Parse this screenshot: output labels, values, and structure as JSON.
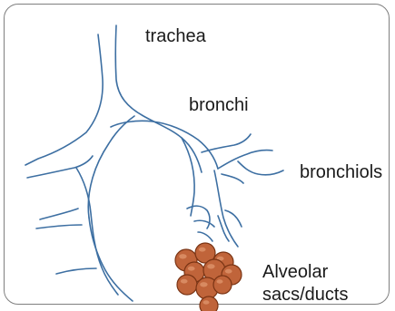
{
  "labels": {
    "trachea": "trachea",
    "bronchi": "bronchi",
    "bronchiols": "bronchiols",
    "alveolar_line1": "Alveolar",
    "alveolar_line2": "sacs/ducts"
  },
  "colors": {
    "frame": "#7f7f7f",
    "airway": "#3d6fa2",
    "alveolus_fill": "#c0643a",
    "alveolus_stroke": "#7a3414",
    "text": "#1a1a1a"
  }
}
